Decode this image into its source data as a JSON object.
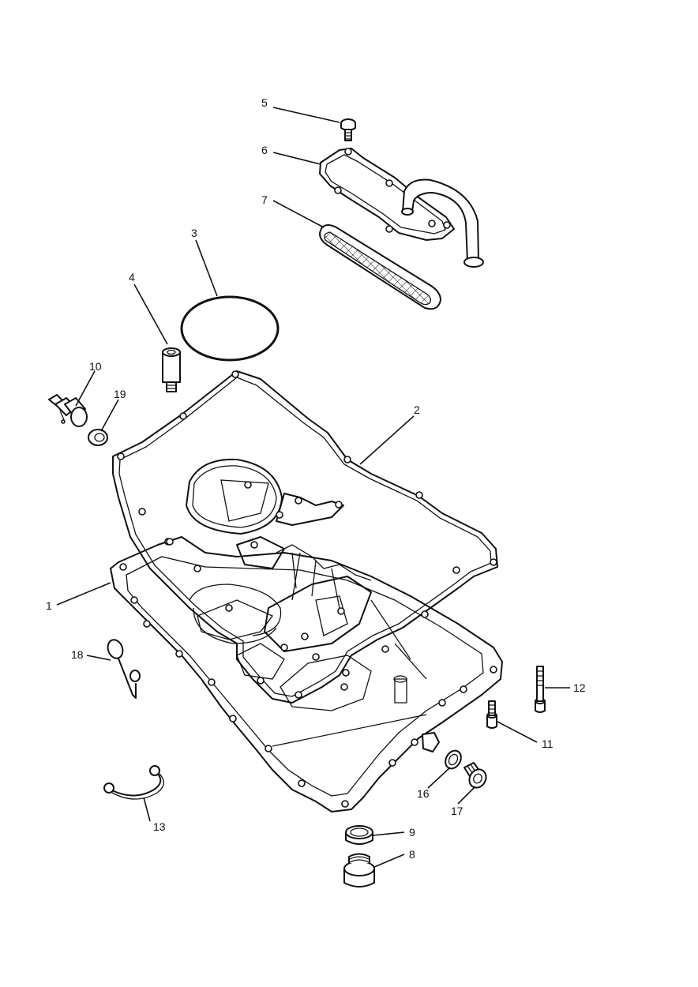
{
  "labels": {
    "l1": "1",
    "l2": "2",
    "l3": "3",
    "l4": "4",
    "l5": "5",
    "l6": "6",
    "l7": "7",
    "l8": "8",
    "l9": "9",
    "l10": "10",
    "l11": "11",
    "l12": "12",
    "l13": "13",
    "l16": "16",
    "l17": "17",
    "l18": "18",
    "l19": "19"
  }
}
